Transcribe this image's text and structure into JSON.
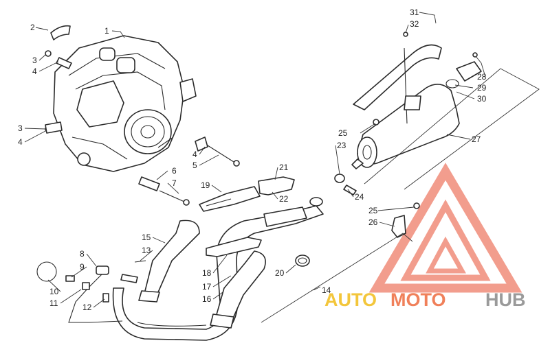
{
  "callouts": {
    "c1": "1",
    "c2": "2",
    "c3a": "3",
    "c4a": "4",
    "c3b": "3",
    "c4b": "4",
    "c4c": "4",
    "c5": "5",
    "c6": "6",
    "c7": "7",
    "c8": "8",
    "c9": "9",
    "c10": "10",
    "c11": "11",
    "c12": "12",
    "c13": "13",
    "c14": "14",
    "c15": "15",
    "c16": "16",
    "c17": "17",
    "c18": "18",
    "c19": "19",
    "c20": "20",
    "c21": "21",
    "c22": "22",
    "c23": "23",
    "c24": "24",
    "c25a": "25",
    "c25b": "25",
    "c26": "26",
    "c27": "27",
    "c28": "28",
    "c29": "29",
    "c30": "30",
    "c31": "31",
    "c32": "32"
  },
  "watermark": {
    "part1": "AUTO",
    "part2": "MOTO",
    "part3": "HUB",
    "colors": {
      "auto": "#f3c63b",
      "moto": "#f0805a",
      "hub": "#9a9a9a",
      "triangle": "#f08c7a"
    }
  }
}
